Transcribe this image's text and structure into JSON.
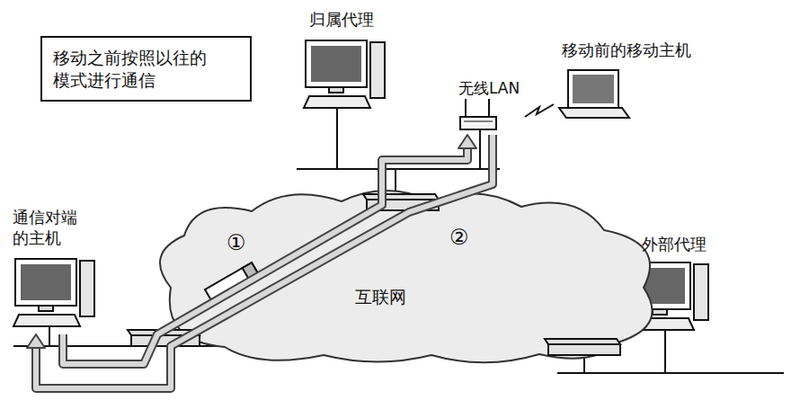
{
  "diagram": {
    "nodes": [
      {
        "text": [
          "移动之前按照以往的 模式进行通信"
        ]
      },
      {
        "text": [
          "通信对端 的主机"
        ]
      },
      {
        "text": [
          "归属代理"
        ]
      },
      {
        "text": [
          "移动前的移动主机"
        ]
      },
      {
        "text": [
          "外部代理"
        ]
      },
      {
        "text": [
          "互联网"
        ]
      }
    ],
    "edges": [
      {
        "from": 1,
        "to": 3,
        "arrow": "to",
        "label": "①"
      },
      {
        "from": 3,
        "to": 1,
        "arrow": "to",
        "label": "②"
      }
    ],
    "labels": [
      "无线LAN"
    ]
  }
}
